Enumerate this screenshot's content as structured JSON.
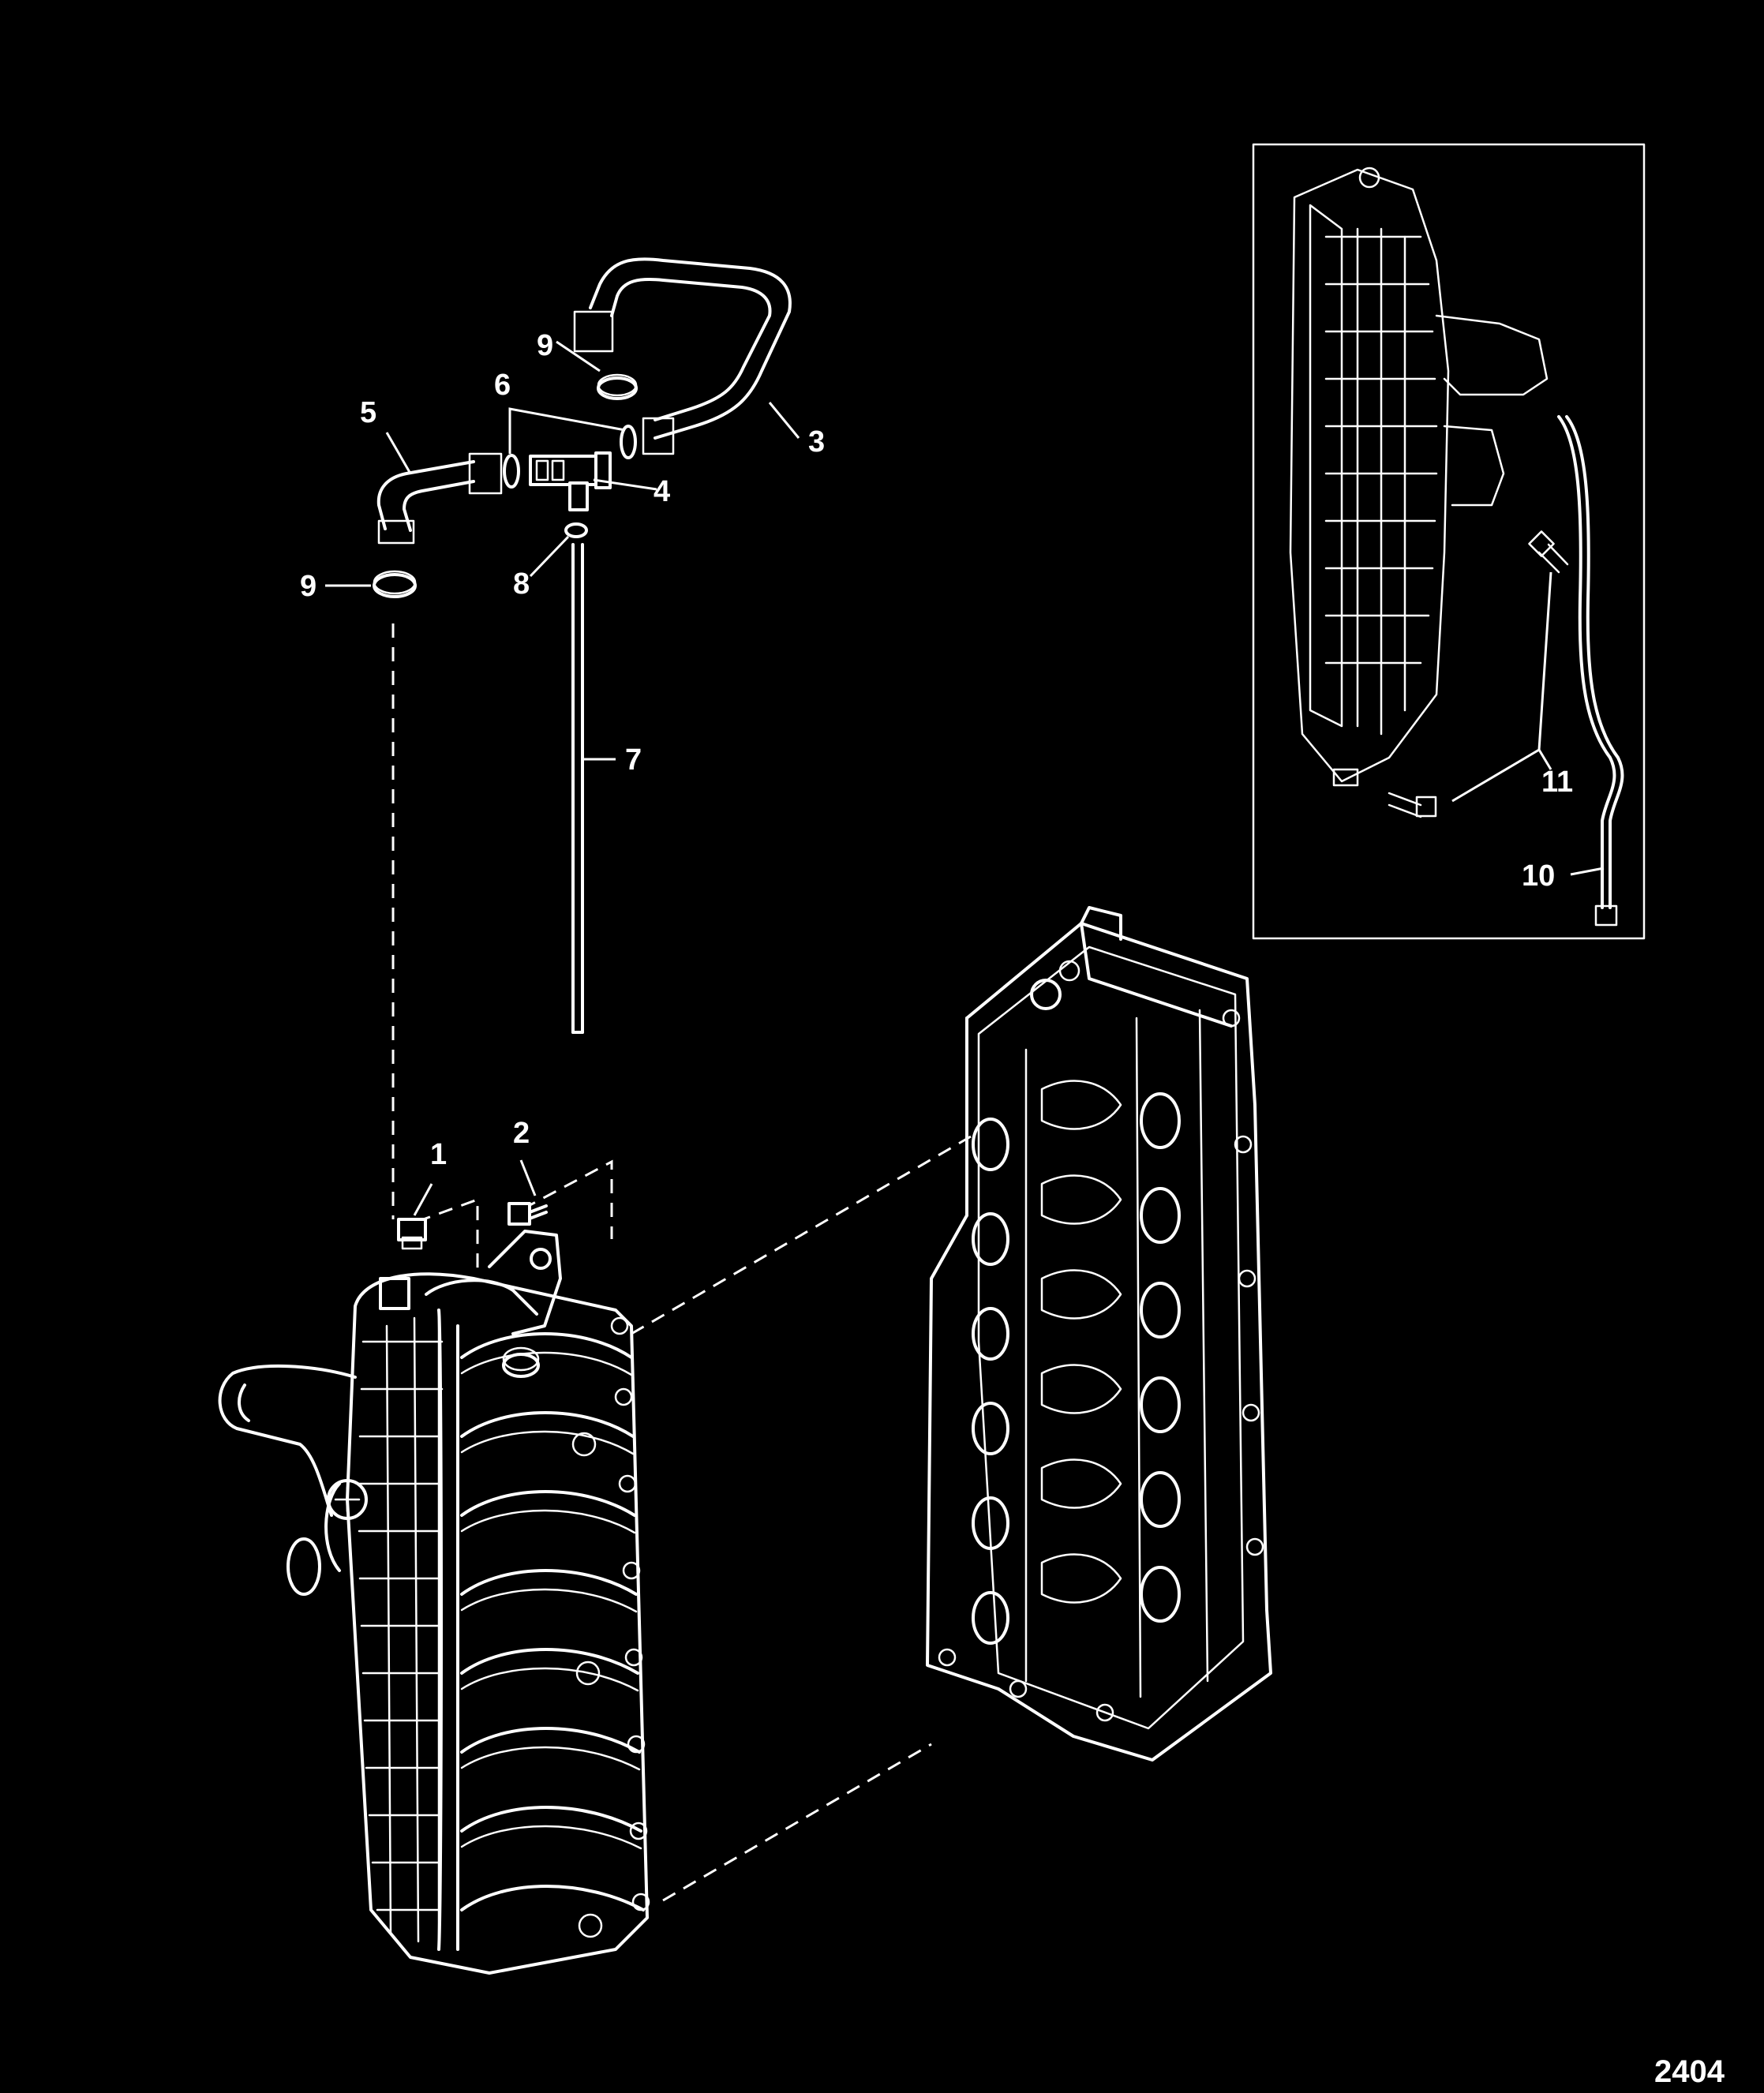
{
  "figure_number": "2404",
  "callouts": {
    "c1": "1",
    "c2": "2",
    "c3": "3",
    "c4": "4",
    "c5": "5",
    "c6": "6",
    "c7": "7",
    "c8": "8",
    "c9a": "9",
    "c9b": "9",
    "c10": "10",
    "c11": "11"
  },
  "colors": {
    "background": "#000000",
    "linework": "#ffffff"
  }
}
